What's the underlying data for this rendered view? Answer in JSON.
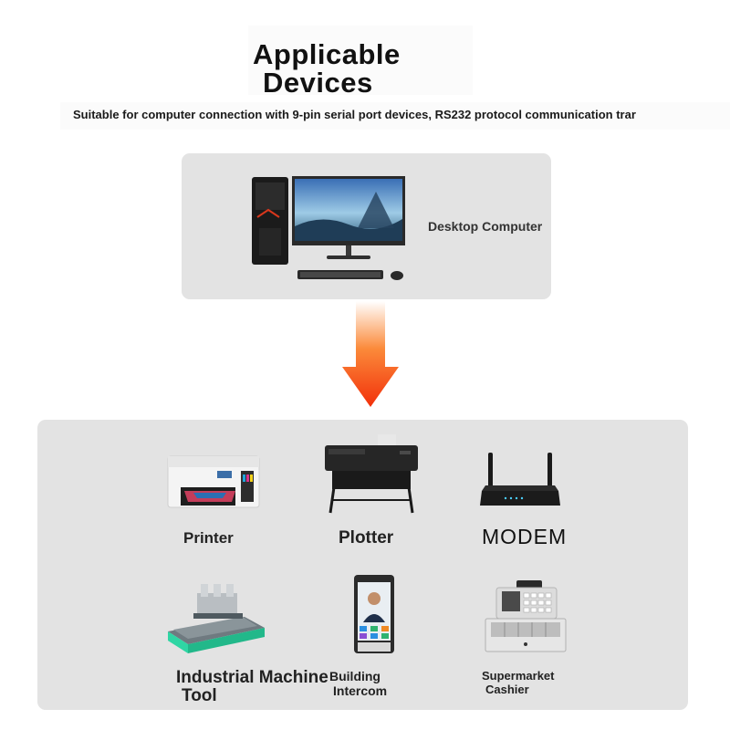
{
  "title": {
    "line1": "Applicable",
    "line2": "Devices"
  },
  "subtitle": "Suitable for computer connection with 9-pin serial port devices, RS232 protocol communication trar",
  "source_device": {
    "label": "Desktop Computer",
    "icon": "desktop-computer-icon"
  },
  "arrow": {
    "icon": "arrow-down-icon",
    "color_top": "#ffffff",
    "color_bottom": "#f2300a"
  },
  "devices": [
    {
      "line1": "Printer",
      "icon": "printer-icon"
    },
    {
      "line1": "Plotter",
      "icon": "plotter-icon"
    },
    {
      "line1": "MODEM",
      "icon": "modem-router-icon"
    },
    {
      "line1": "Industrial Machine",
      "line2": "Tool",
      "icon": "cnc-machine-icon"
    },
    {
      "line1": "Building",
      "line2": "Intercom",
      "icon": "intercom-terminal-icon"
    },
    {
      "line1": "Supermarket",
      "line2": "Cashier",
      "icon": "cash-register-icon"
    }
  ],
  "colors": {
    "panel": "#e3e3e3",
    "accent": "#f2300a"
  }
}
